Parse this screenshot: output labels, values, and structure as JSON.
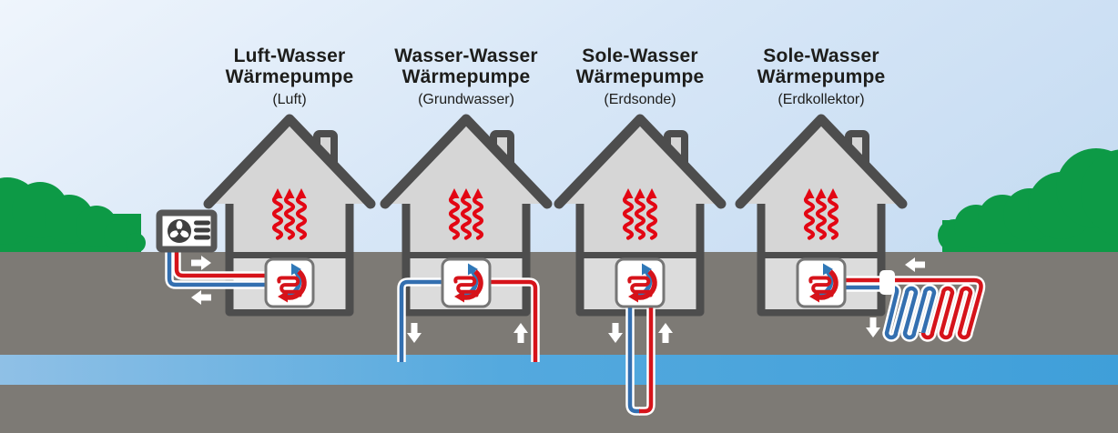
{
  "pumps": [
    {
      "title_line1": "Luft-Wasser",
      "title_line2": "Wärmepumpe",
      "subtitle": "(Luft)"
    },
    {
      "title_line1": "Wasser-Wasser",
      "title_line2": "Wärmepumpe",
      "subtitle": "(Grundwasser)"
    },
    {
      "title_line1": "Sole-Wasser",
      "title_line2": "Wärmepumpe",
      "subtitle": "(Erdsonde)"
    },
    {
      "title_line1": "Sole-Wasser",
      "title_line2": "Wärmepumpe",
      "subtitle": "(Erdkollektor)"
    }
  ],
  "icons": {
    "fan_unit": "fan-icon",
    "refrigerant_cycle": "refrigerant-cycle-icon",
    "heat_waves": "heat-waves-icon",
    "flow_arrow": "flow-arrow-icon"
  },
  "colors": {
    "sky_light": "#eff5fc",
    "sky_dark": "#c3daf1",
    "ground": "#7d7a75",
    "water_left": "#8fc0e6",
    "water_right": "#3f9fd9",
    "bush_green": "#0d9a46",
    "house_fill": "#d6d6d6",
    "basement_fill": "#dcdcdc",
    "house_outline": "#4d4d4d",
    "heat_red": "#e30613",
    "pipe_red": "#d6131a",
    "pipe_blue": "#336fb0",
    "unit_border": "#767676",
    "icon_dark": "#3f3f3f",
    "white": "#ffffff",
    "text": "#1d1d1b"
  }
}
